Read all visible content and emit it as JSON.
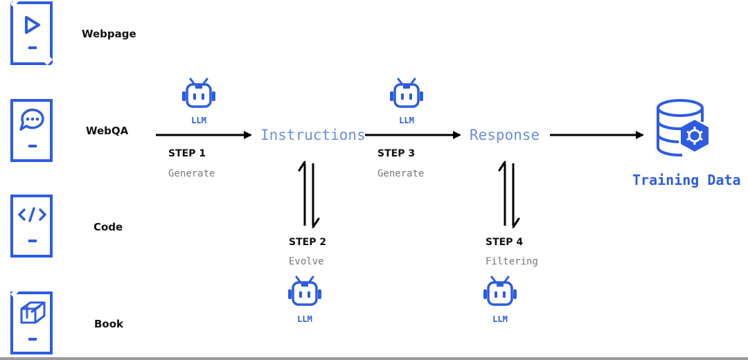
{
  "sources": [
    {
      "label": "Webpage",
      "icon": "play-icon"
    },
    {
      "label": "WebQA",
      "icon": "chat-bubble-icon"
    },
    {
      "label": "Code",
      "icon": "code-icon"
    },
    {
      "label": "Book",
      "icon": "cube-icon"
    }
  ],
  "nodes": {
    "instructions": "Instructions",
    "response": "Response",
    "training_data": "Training Data"
  },
  "steps": [
    {
      "title": "STEP 1",
      "sub": "Generate"
    },
    {
      "title": "STEP 2",
      "sub": "Evolve"
    },
    {
      "title": "STEP 3",
      "sub": "Generate"
    },
    {
      "title": "STEP 4",
      "sub": "Filtering"
    }
  ],
  "llm_label": "LLM",
  "colors": {
    "accent": "#2d5be3",
    "node_text": "#6a8fe0",
    "step_sub": "#777777",
    "arrow": "#000000"
  }
}
